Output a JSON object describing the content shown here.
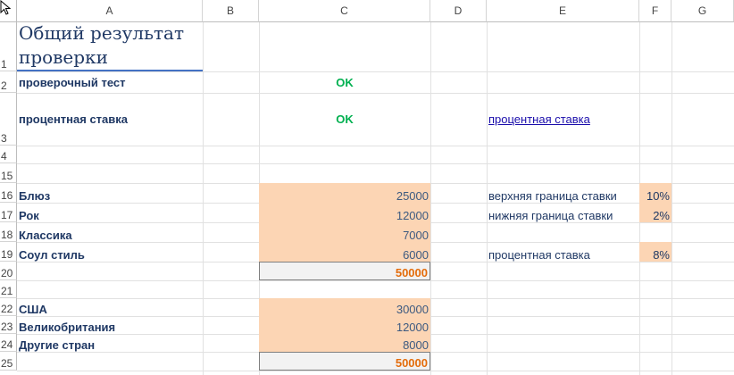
{
  "columns": [
    "A",
    "B",
    "C",
    "D",
    "E",
    "F",
    "G"
  ],
  "rows": [
    "1",
    "2",
    "3",
    "4",
    "15",
    "16",
    "17",
    "18",
    "19",
    "20",
    "21",
    "22",
    "23",
    "24",
    "25"
  ],
  "summary": {
    "title": "Общий результат проверки",
    "check_label": "проверочный тест",
    "check_value": "OK",
    "rate_label": "процентная ставка",
    "rate_value": "OK",
    "rate_link": "процентная ставка"
  },
  "genres": {
    "items": [
      {
        "name": "Блюз",
        "value": "25000"
      },
      {
        "name": "Рок",
        "value": "12000"
      },
      {
        "name": "Классика",
        "value": "7000"
      },
      {
        "name": "Соул стиль",
        "value": "6000"
      }
    ],
    "total": "50000"
  },
  "countries": {
    "items": [
      {
        "name": "США",
        "value": "30000"
      },
      {
        "name": "Великобритания",
        "value": "12000"
      },
      {
        "name": "Другие стран",
        "value": "8000"
      }
    ],
    "total": "50000"
  },
  "rates": {
    "upper_label": "верхняя граница ставки",
    "upper_value": "10%",
    "lower_label": "нижняя граница ставки",
    "lower_value": "2%",
    "rate_label": "процентная ставка",
    "rate_value": "8%"
  },
  "colors": {
    "input_fill": "#fcd5b4",
    "total_text": "#e46c0a",
    "ok_text": "#00b050"
  }
}
